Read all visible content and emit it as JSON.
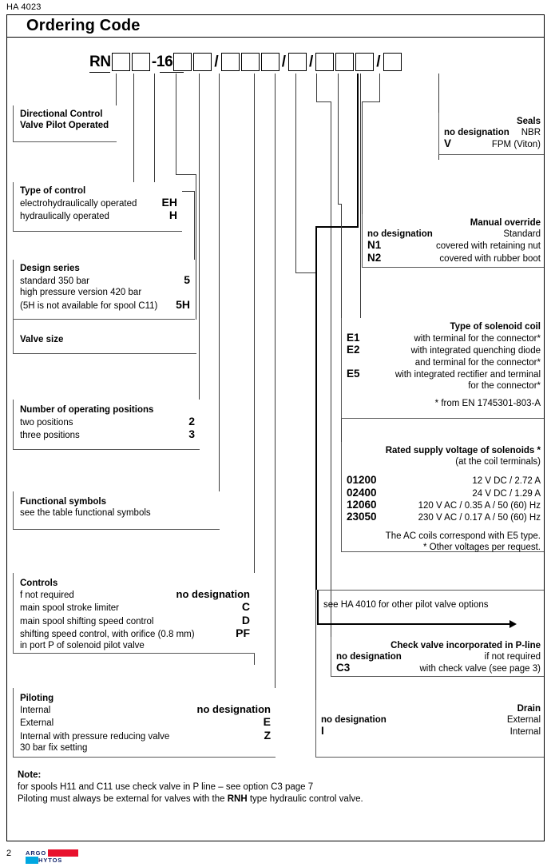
{
  "document": {
    "code": "HA 4023",
    "title": "Ordering Code",
    "page_number": "2",
    "logo_line1": "ARGO",
    "logo_line2": "HYTOS"
  },
  "ordering_code": {
    "prefix": "RN",
    "literal_size": "-16",
    "separator": "/",
    "pattern": [
      "RN",
      "box",
      "box",
      "-16",
      "box",
      "box",
      "/",
      "box",
      "box",
      "box",
      "/",
      "box",
      "/",
      "box",
      "box",
      "box",
      "/",
      "box"
    ]
  },
  "left_sections": [
    {
      "title_lines": [
        "Directional Control",
        "Valve Pilot Operated"
      ],
      "rows": []
    },
    {
      "title_lines": [
        "Type of control"
      ],
      "rows": [
        {
          "label": "electrohydraulically operated",
          "value": "EH"
        },
        {
          "label": "hydraulically operated",
          "value": "H"
        }
      ]
    },
    {
      "title_lines": [
        "Design series"
      ],
      "rows": [
        {
          "label": "standard 350 bar",
          "value": "5"
        },
        {
          "label": "high pressure version 420 bar",
          "value": ""
        },
        {
          "label": "(5H is not available for spool C11)",
          "value": "5H"
        }
      ]
    },
    {
      "title_lines": [
        "Valve size"
      ],
      "rows": []
    },
    {
      "title_lines": [
        "Number of operating positions"
      ],
      "rows": [
        {
          "label": "two positions",
          "value": "2"
        },
        {
          "label": "three positions",
          "value": "3"
        }
      ]
    },
    {
      "title_lines": [
        "Functional symbols"
      ],
      "rows": [
        {
          "label": "see the table functional symbols",
          "value": ""
        }
      ]
    },
    {
      "title_lines": [
        "Controls"
      ],
      "rows": [
        {
          "label": "f not required",
          "value": "no designation"
        },
        {
          "label": "main spool stroke limiter",
          "value": "C"
        },
        {
          "label": "main spool shifting speed control",
          "value": "D"
        },
        {
          "label": "shifting speed control, with orifice (0.8 mm)",
          "value": "PF"
        },
        {
          "label": "in port P of solenoid pilot valve",
          "value": ""
        }
      ]
    },
    {
      "title_lines": [
        "Piloting"
      ],
      "rows": [
        {
          "label": "Internal",
          "value": "no designation"
        },
        {
          "label": "External",
          "value": "E"
        },
        {
          "label": "Internal with pressure reducing valve",
          "value": "Z"
        },
        {
          "label": "30 bar fix setting",
          "value": ""
        }
      ]
    }
  ],
  "right_sections": {
    "seals": {
      "title": "Seals",
      "rows": [
        {
          "code": "no designation",
          "text": "NBR"
        },
        {
          "code": "V",
          "text": "FPM (Viton)"
        }
      ]
    },
    "manual_override": {
      "title": "Manual override",
      "rows": [
        {
          "code": "no designation",
          "text": "Standard"
        },
        {
          "code": "N1",
          "text": "covered with retaining nut"
        },
        {
          "code": "N2",
          "text": "covered with rubber boot"
        }
      ]
    },
    "solenoid_coil": {
      "title": "Type of solenoid coil",
      "rows": [
        {
          "code": "E1",
          "text": "with terminal for the connector*"
        },
        {
          "code": "E2",
          "text": "with integrated quenching diode"
        },
        {
          "code": "",
          "text": "and terminal  for the connector*"
        },
        {
          "code": "E5",
          "text": "with integrated rectifier and terminal"
        },
        {
          "code": "",
          "text": "for the connector*"
        }
      ],
      "footnote": "* from EN 1745301-803-A"
    },
    "supply_voltage": {
      "title": "Rated supply voltage of solenoids *",
      "subtitle": "(at the coil terminals)",
      "rows": [
        {
          "code": "01200",
          "text": "12 V DC / 2.72 A"
        },
        {
          "code": "02400",
          "text": "24 V DC / 1.29 A"
        },
        {
          "code": "12060",
          "text": "120 V AC / 0.35 A / 50 (60) Hz"
        },
        {
          "code": "23050",
          "text": "230 V AC / 0.17 A / 50 (60) Hz"
        }
      ],
      "note1": "The AC coils correspond with E5 type.",
      "note2": "*  Other voltages per request."
    },
    "pilot_valve_ref": {
      "text": "see HA 4010 for other pilot valve options"
    },
    "check_valve": {
      "title": "Check valve incorporated in P-line",
      "rows": [
        {
          "code": "no designation",
          "text": "if not required"
        },
        {
          "code": "C3",
          "text": "with check valve (see page 3)"
        }
      ]
    },
    "drain": {
      "title": "Drain",
      "rows": [
        {
          "code": "no designation",
          "text": "External"
        },
        {
          "code": "I",
          "text": "Internal"
        }
      ]
    }
  },
  "note": {
    "heading": "Note:",
    "line1": "for spools H11 and C11 use check valve in P line – see option C3 page 7",
    "line2_a": "Piloting must always be external for valves with the ",
    "line2_b": "RNH",
    "line2_c": " type hydraulic control valve."
  }
}
